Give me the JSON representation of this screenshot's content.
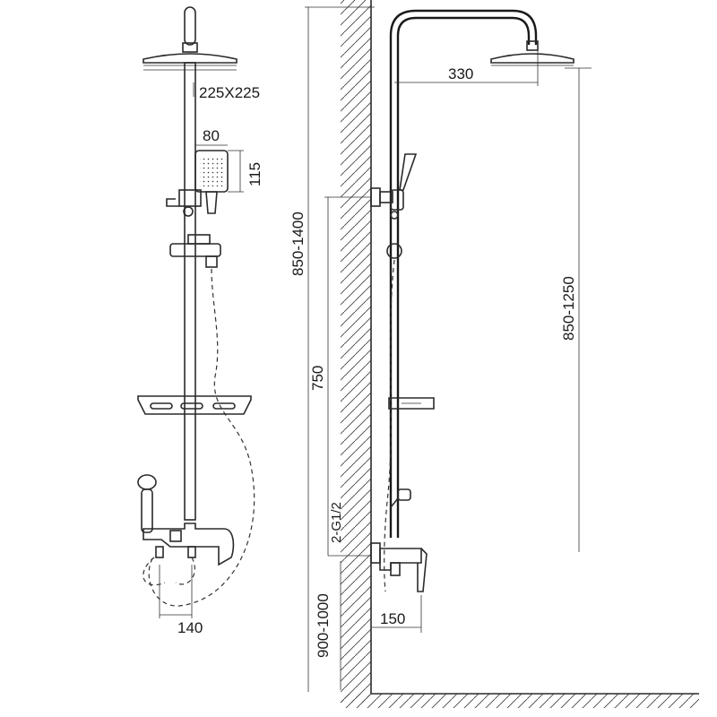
{
  "labels": {
    "head_size": "225X225",
    "handheld_width": "80",
    "handheld_height": "115",
    "arm_reach": "330",
    "total_height_range": "850-1400",
    "shower_height_range": "850-1250",
    "outlet_spacing": "750",
    "inlet_thread": "2-G1/2",
    "mount_height_range": "900-1000",
    "inlet_centers": "140",
    "wall_offset": "150"
  }
}
